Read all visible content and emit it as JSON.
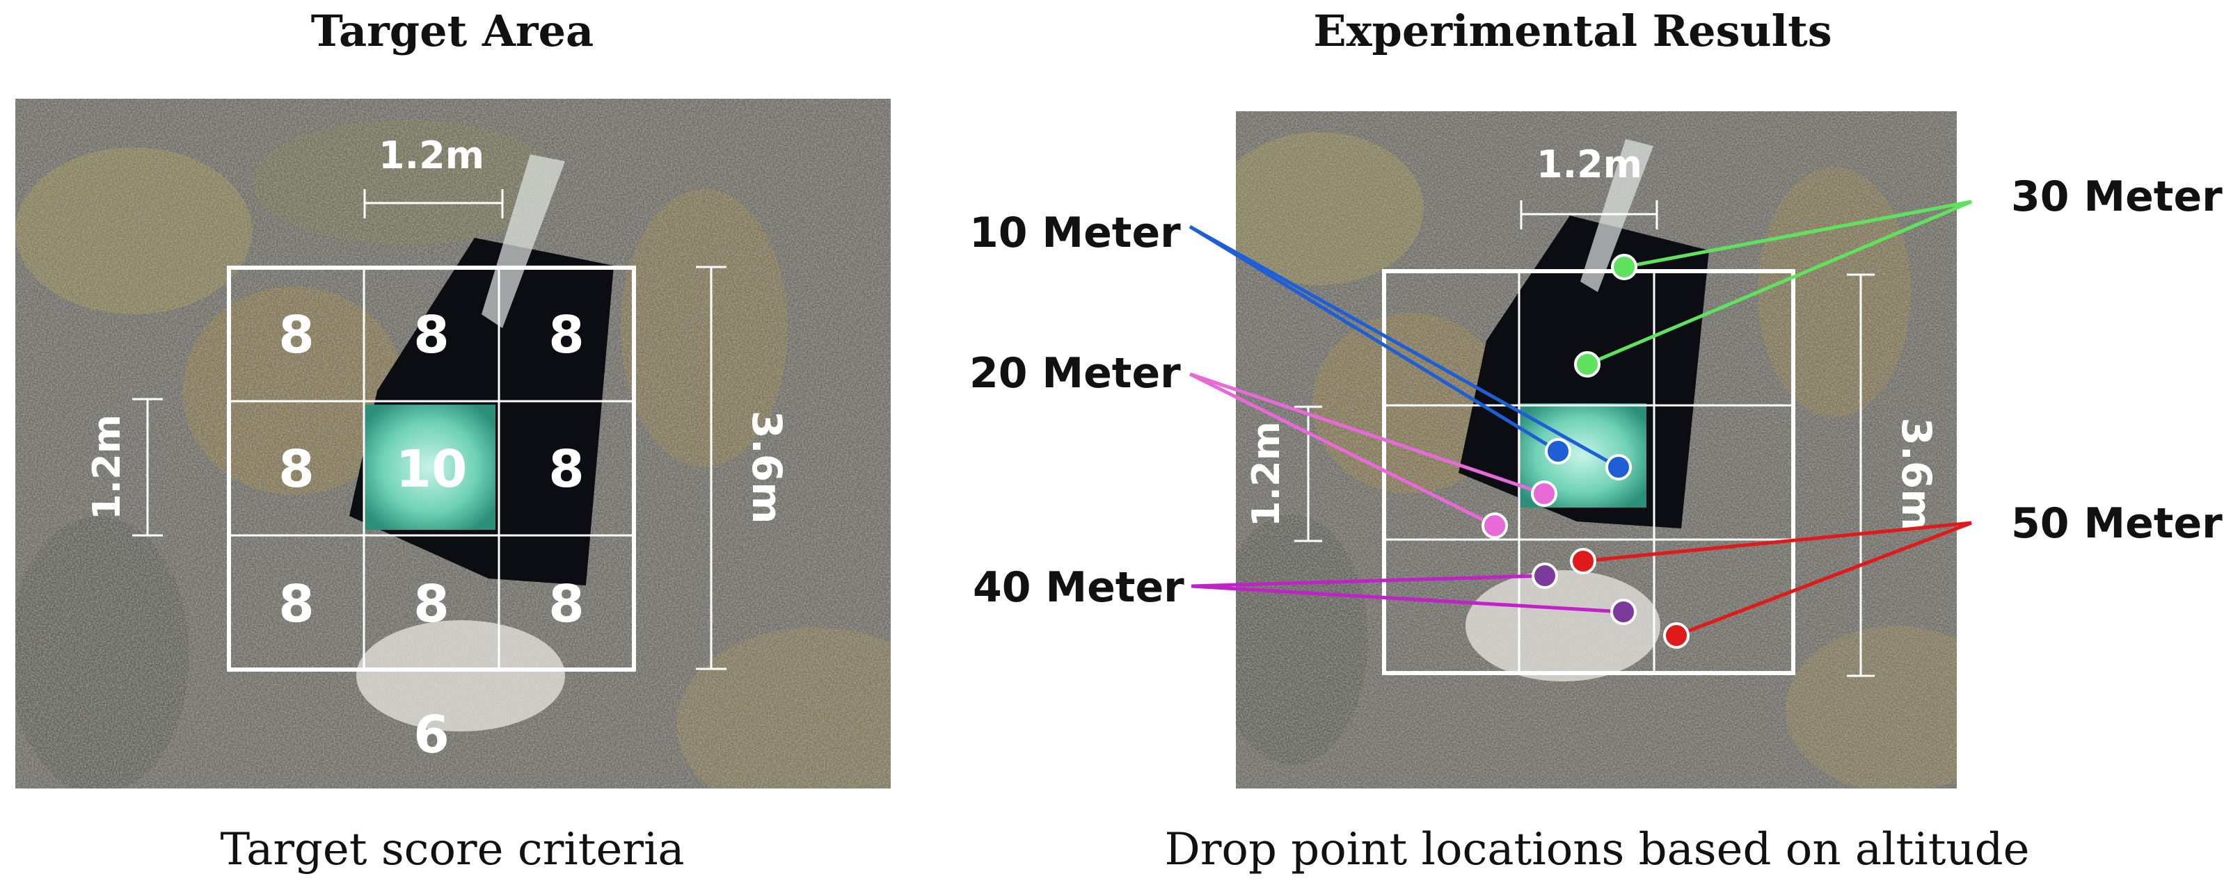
{
  "left_panel": {
    "title": "Target Area",
    "caption": "Target score criteria",
    "dim_top": "1.2m",
    "dim_left": "1.2m",
    "dim_right": "3.6m",
    "grid_scores": [
      "8",
      "8",
      "8",
      "8",
      "10",
      "8",
      "8",
      "8",
      "8"
    ],
    "outer_score": "6"
  },
  "right_panel": {
    "title": "Experimental Results",
    "caption": "Drop point locations based on altitude",
    "dim_top": "1.2m",
    "dim_left": "1.2m",
    "dim_right": "3.6m"
  },
  "altitudes": [
    {
      "label": "10 Meter",
      "color": "#1f5fd6"
    },
    {
      "label": "20 Meter",
      "color": "#e86ad8"
    },
    {
      "label": "30 Meter",
      "color": "#5fe35f"
    },
    {
      "label": "40 Meter",
      "color": "#a23ab8"
    },
    {
      "label": "50 Meter",
      "color": "#e01a1a"
    }
  ]
}
